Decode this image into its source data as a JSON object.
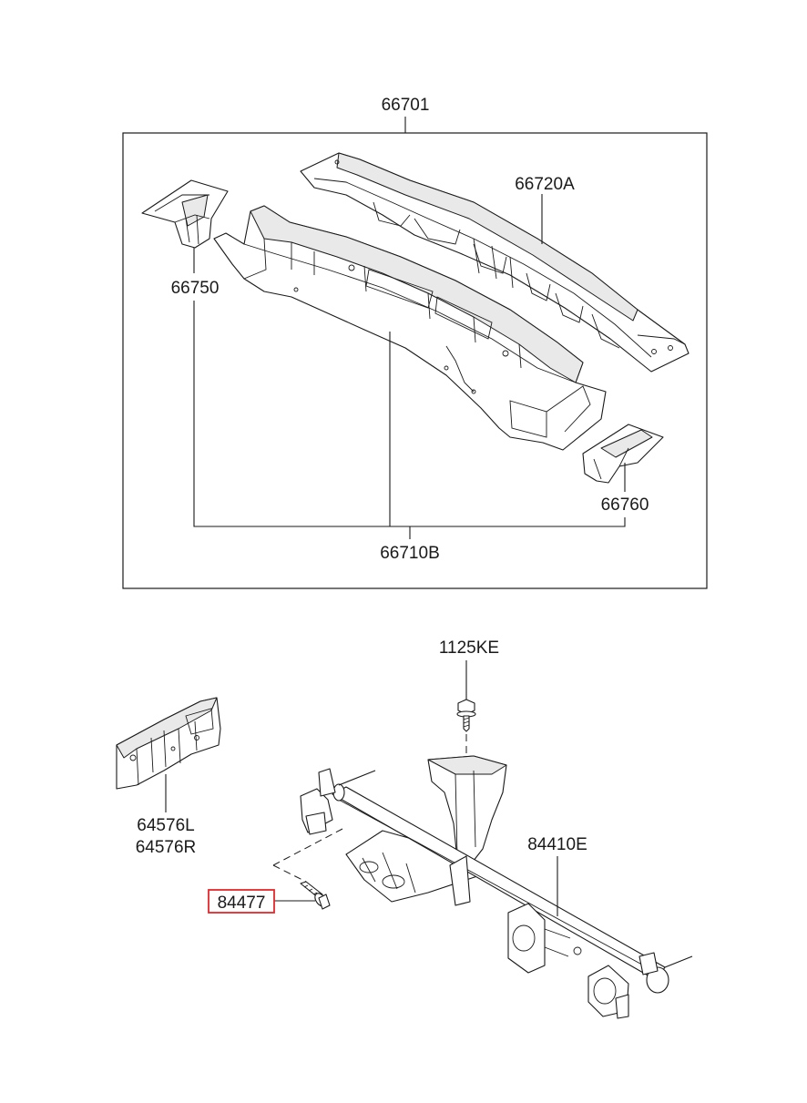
{
  "labels": {
    "assembly": "66701",
    "cowl_upper": "66720A",
    "side_left": "66750",
    "side_right": "66760",
    "cowl_lower": "66710B",
    "bolt_top": "1125KE",
    "bracket_left": "64576L",
    "bracket_right": "64576R",
    "beam": "84410E",
    "bolt_highlight": "84477"
  },
  "highlight_color": "#e8262a",
  "icons": {
    "bolt_top": "flange-bolt-icon",
    "bolt_highlight": "flange-bolt-icon"
  }
}
